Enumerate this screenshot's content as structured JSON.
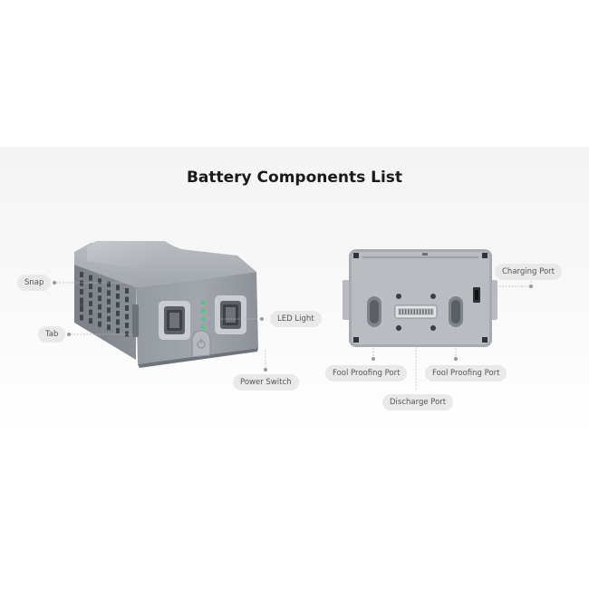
{
  "title": "Battery Components List",
  "labels": {
    "snap": "Snap",
    "tab": "Tab",
    "led_light": "LED Light",
    "power_switch": "Power Switch",
    "charging_port": "Charging Port",
    "fool_proofing_port_left": "Fool Proofing Port",
    "fool_proofing_port_right": "Fool Proofing Port",
    "discharge_port": "Discharge Port"
  },
  "colors": {
    "led": "#3fd07a",
    "battery_body": "#8e9399",
    "pill_bg": "#e9e9e9"
  }
}
